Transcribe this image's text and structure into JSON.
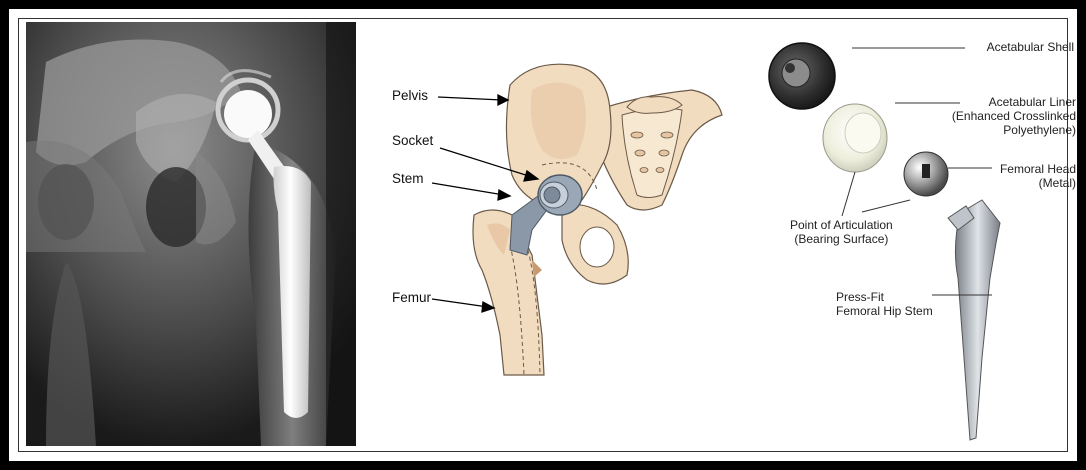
{
  "anatomy": {
    "pelvis_label": "Pelvis",
    "socket_label": "Socket",
    "stem_label": "Stem",
    "femur_label": "Femur"
  },
  "components": {
    "acetabular_shell": "Acetabular Shell",
    "acetabular_liner_line1": "Acetabular Liner",
    "acetabular_liner_line2": "(Enhanced Crosslinked",
    "acetabular_liner_line3": "Polyethylene)",
    "femoral_head_line1": "Femoral Head",
    "femoral_head_line2": "(Metal)",
    "articulation_line1": "Point of Articulation",
    "articulation_line2": "(Bearing Surface)",
    "stem_line1": "Press-Fit",
    "stem_line2": "Femoral Hip Stem"
  },
  "colors": {
    "bone": "#f2dcc0",
    "bone_shadow": "#e2bd98",
    "implant": "#8a98a8",
    "xray_dark": "#1c1c1c",
    "xray_bright": "#e8e8e8"
  }
}
